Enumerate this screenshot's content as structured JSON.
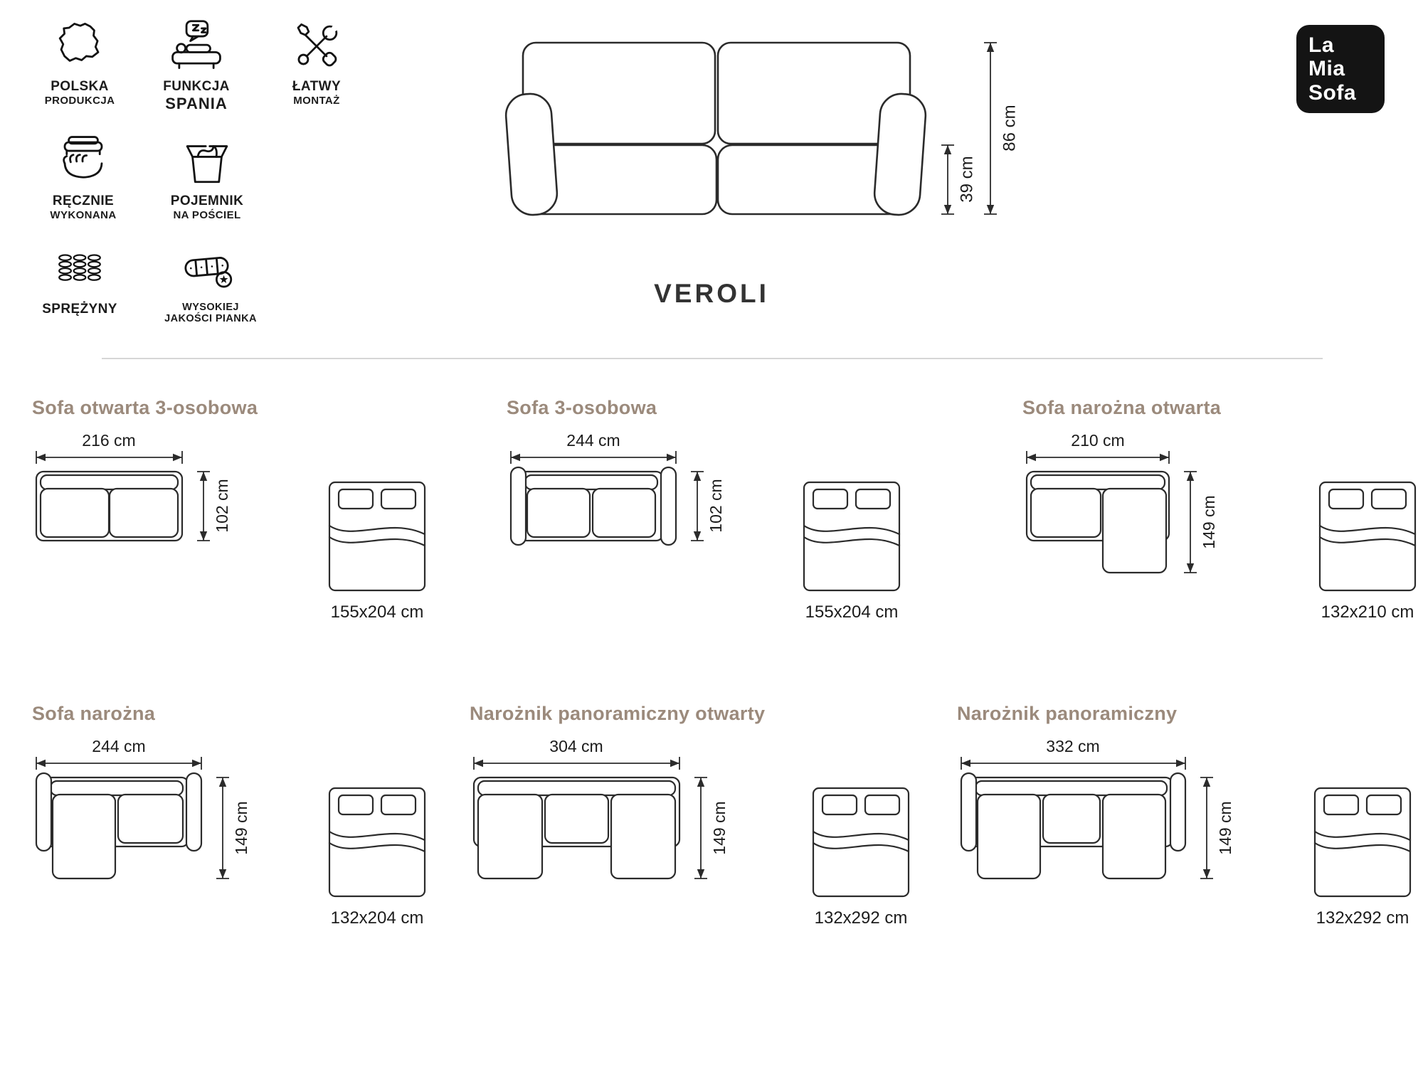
{
  "title": "VEROLI",
  "logo": {
    "lines": [
      "La",
      "Mia",
      "Sofa"
    ]
  },
  "features": [
    {
      "icon": "poland-map-icon",
      "label": "POLSKA",
      "sublabel": "PRODUKCJA"
    },
    {
      "icon": "sleeping-function-icon",
      "label": "FUNKCJA",
      "sublabel": "SPANIA"
    },
    {
      "icon": "easy-assembly-icon",
      "label": "ŁATWY",
      "sublabel": "MONTAŻ"
    },
    {
      "icon": "handmade-icon",
      "label": "RĘCZNIE",
      "sublabel": "WYKONANA"
    },
    {
      "icon": "bedding-storage-icon",
      "label": "POJEMNIK",
      "sublabel": "NA POŚCIEL"
    },
    {
      "icon": "springs-icon",
      "label": "SPRĘŻYNY",
      "sublabel": ""
    },
    {
      "icon": "foam-quality-icon",
      "label": "WYSOKIEJ",
      "sublabel": "JAKOŚCI PIANKA"
    }
  ],
  "main_sofa": {
    "height": "86 cm",
    "seat_height": "39 cm"
  },
  "variants": [
    {
      "name": "Sofa otwarta 3-osobowa",
      "width": "216 cm",
      "depth": "102 cm",
      "bed_size": "155x204 cm"
    },
    {
      "name": "Sofa 3-osobowa",
      "width": "244 cm",
      "depth": "102 cm",
      "bed_size": "155x204 cm"
    },
    {
      "name": "Sofa narożna otwarta",
      "width": "210 cm",
      "depth": "149 cm",
      "bed_size": "132x210 cm"
    },
    {
      "name": "Sofa narożna",
      "width": "244 cm",
      "depth": "149 cm",
      "bed_size": "132x204 cm"
    },
    {
      "name": "Narożnik panoramiczny otwarty",
      "width": "304 cm",
      "depth": "149 cm",
      "bed_size": "132x292 cm"
    },
    {
      "name": "Narożnik panoramiczny",
      "width": "332 cm",
      "depth": "149 cm",
      "bed_size": "132x292 cm"
    }
  ]
}
